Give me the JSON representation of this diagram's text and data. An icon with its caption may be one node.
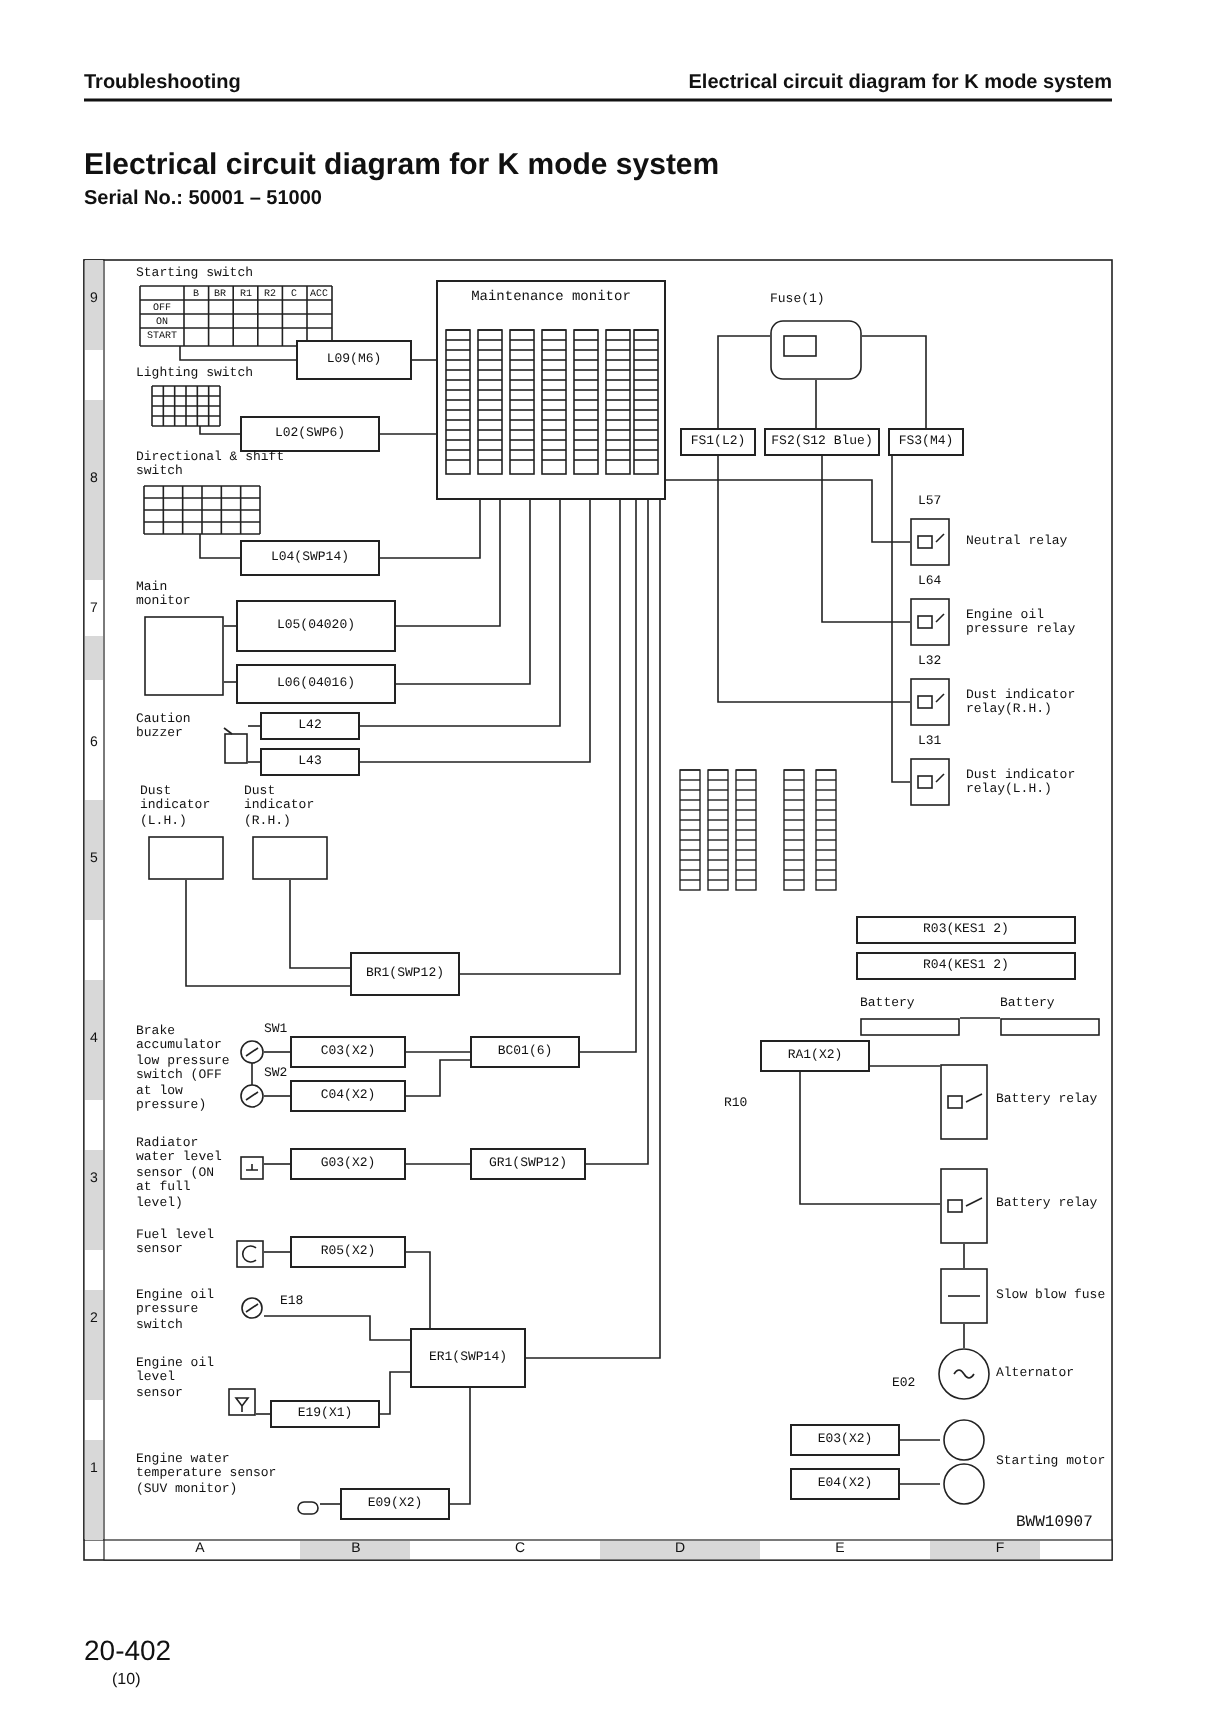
{
  "diagram": {
    "title": "Electrical circuit diagram for K mode system",
    "nodes": [
      {
        "text": [
          "Starting switch"
        ]
      },
      {
        "text": [
          "L09(M6)"
        ]
      },
      {
        "text": [
          "Lighting switch"
        ]
      },
      {
        "text": [
          "L02(SWP6)"
        ]
      },
      {
        "text": [
          "Directional & shift switch"
        ]
      },
      {
        "text": [
          "L04(SWP14)"
        ]
      },
      {
        "text": [
          "Main monitor"
        ]
      },
      {
        "text": [
          "L05(04020)"
        ]
      },
      {
        "text": [
          "L06(04016)"
        ]
      },
      {
        "text": [
          "Caution buzzer"
        ]
      },
      {
        "text": [
          "L42"
        ]
      },
      {
        "text": [
          "L43"
        ]
      },
      {
        "text": [
          "Dust indicator (L.H.)"
        ]
      },
      {
        "text": [
          "Dust indicator (R.H.)"
        ]
      },
      {
        "text": [
          "BR1(SWP12)"
        ]
      },
      {
        "text": [
          "Brake accumulator low pressure switch (OFF at low pressure)"
        ]
      },
      {
        "text": [
          "C03(X2)"
        ]
      },
      {
        "text": [
          "C04(X2)"
        ]
      },
      {
        "text": [
          "Radiator water level sensor (ON at full level)"
        ]
      },
      {
        "text": [
          "G03(X2)"
        ]
      },
      {
        "text": [
          "Fuel level sensor"
        ]
      },
      {
        "text": [
          "R05(X2)"
        ]
      },
      {
        "text": [
          "Engine oil pressure switch"
        ]
      },
      {
        "text": [
          "Engine oil level sensor"
        ]
      },
      {
        "text": [
          "E19(X1)"
        ]
      },
      {
        "text": [
          "Engine water temperature sensor (SUV monitor)"
        ]
      },
      {
        "text": [
          "E09(X2)"
        ]
      },
      {
        "text": [
          "ER1(SWP14)"
        ]
      },
      {
        "text": [
          "BC01(6)"
        ]
      },
      {
        "text": [
          "GR1(SWP12)"
        ]
      },
      {
        "text": [
          "Maintenance monitor"
        ]
      },
      {
        "text": [
          "Fuse(1)"
        ]
      },
      {
        "text": [
          "FS1(L2)"
        ]
      },
      {
        "text": [
          "FS2(S12 Blue)"
        ]
      },
      {
        "text": [
          "FS3(M4)"
        ]
      },
      {
        "text": [
          "Neutral relay"
        ],
        "beside": [
          "L57"
        ]
      },
      {
        "text": [
          "Engine oil pressure relay"
        ],
        "beside": [
          "L64"
        ]
      },
      {
        "text": [
          "Dust indicator relay(R.H.)"
        ],
        "beside": [
          "L32"
        ]
      },
      {
        "text": [
          "Dust indicator relay(L.H.)"
        ],
        "beside": [
          "L31"
        ]
      },
      {
        "text": [
          "R03(KES1 2)"
        ]
      },
      {
        "text": [
          "R04(KES1 2)"
        ]
      },
      {
        "text": [
          "Battery"
        ]
      },
      {
        "text": [
          "Battery"
        ]
      },
      {
        "text": [
          "RA1(X2)"
        ]
      },
      {
        "text": [
          "Battery relay"
        ]
      },
      {
        "text": [
          "Battery relay"
        ]
      },
      {
        "text": [
          "Slow blow fuse"
        ]
      },
      {
        "text": [
          "Alternator"
        ]
      },
      {
        "text": [
          "E03(X2)"
        ]
      },
      {
        "text": [
          "Starting motor"
        ]
      },
      {
        "text": [
          "E04(X2)"
        ]
      }
    ],
    "edges": [
      {
        "from": 0,
        "to": 1,
        "arrow": "none"
      },
      {
        "from": 1,
        "to": 30,
        "arrow": "none"
      },
      {
        "from": 2,
        "to": 3,
        "arrow": "none"
      },
      {
        "from": 3,
        "to": 30,
        "arrow": "none"
      },
      {
        "from": 4,
        "to": 5,
        "arrow": "none"
      },
      {
        "from": 5,
        "to": 30,
        "arrow": "none"
      },
      {
        "from": 6,
        "to": 7,
        "arrow": "none"
      },
      {
        "from": 6,
        "to": 8,
        "arrow": "none"
      },
      {
        "from": 7,
        "to": 30,
        "arrow": "none"
      },
      {
        "from": 8,
        "to": 30,
        "arrow": "none"
      },
      {
        "from": 9,
        "to": 10,
        "arrow": "none"
      },
      {
        "from": 9,
        "to": 11,
        "arrow": "none"
      },
      {
        "from": 10,
        "to": 30,
        "arrow": "none"
      },
      {
        "from": 11,
        "to": 30,
        "arrow": "none"
      },
      {
        "from": 12,
        "to": 14,
        "arrow": "none"
      },
      {
        "from": 13,
        "to": 14,
        "arrow": "none"
      },
      {
        "from": 14,
        "to": 30,
        "arrow": "none"
      },
      {
        "from": 15,
        "to": 16,
        "arrow": "none"
      },
      {
        "from": 15,
        "to": 17,
        "arrow": "none"
      },
      {
        "from": 16,
        "to": 28,
        "arrow": "none"
      },
      {
        "from": 17,
        "to": 28,
        "arrow": "none"
      },
      {
        "from": 18,
        "to": 19,
        "arrow": "none"
      },
      {
        "from": 19,
        "to": 29,
        "arrow": "none"
      },
      {
        "from": 20,
        "to": 21,
        "arrow": "none"
      },
      {
        "from": 21,
        "to": 27,
        "arrow": "none"
      },
      {
        "from": 22,
        "to": 27,
        "arrow": "none"
      },
      {
        "from": 23,
        "to": 24,
        "arrow": "none"
      },
      {
        "from": 24,
        "to": 27,
        "arrow": "none"
      },
      {
        "from": 25,
        "to": 26,
        "arrow": "none"
      },
      {
        "from": 26,
        "to": 27,
        "arrow": "none"
      },
      {
        "from": 28,
        "to": 30,
        "arrow": "none"
      },
      {
        "from": 29,
        "to": 30,
        "arrow": "none"
      },
      {
        "from": 27,
        "to": 30,
        "arrow": "none"
      },
      {
        "from": 31,
        "to": 32,
        "arrow": "none"
      },
      {
        "from": 31,
        "to": 33,
        "arrow": "none"
      },
      {
        "from": 31,
        "to": 34,
        "arrow": "none"
      },
      {
        "from": 30,
        "to": 35,
        "arrow": "none"
      },
      {
        "from": 33,
        "to": 36,
        "arrow": "none"
      },
      {
        "from": 32,
        "to": 37,
        "arrow": "none"
      },
      {
        "from": 34,
        "to": 38,
        "arrow": "none"
      },
      {
        "from": 41,
        "to": 42,
        "arrow": "none"
      },
      {
        "from": 43,
        "to": 44,
        "arrow": "none"
      },
      {
        "from": 43,
        "to": 45,
        "arrow": "none"
      },
      {
        "from": 45,
        "to": 46,
        "arrow": "none"
      },
      {
        "from": 46,
        "to": 47,
        "arrow": "none"
      },
      {
        "from": 48,
        "to": 49,
        "arrow": "none"
      },
      {
        "from": 50,
        "to": 49,
        "arrow": "none"
      }
    ],
    "labels": [
      "Troubleshooting",
      "Electrical circuit diagram for K mode system",
      "Serial No.: 50001 – 51000",
      "9",
      "8",
      "7",
      "6",
      "5",
      "4",
      "3",
      "2",
      "1",
      "A",
      "B",
      "C",
      "D",
      "E",
      "F",
      "B",
      "BR",
      "R1",
      "R2",
      "C",
      "ACC",
      "OFF",
      "ON",
      "START",
      "SW1",
      "SW2",
      "E18",
      "R10",
      "E02",
      "BWW10907",
      "20-402",
      "(10)"
    ]
  }
}
